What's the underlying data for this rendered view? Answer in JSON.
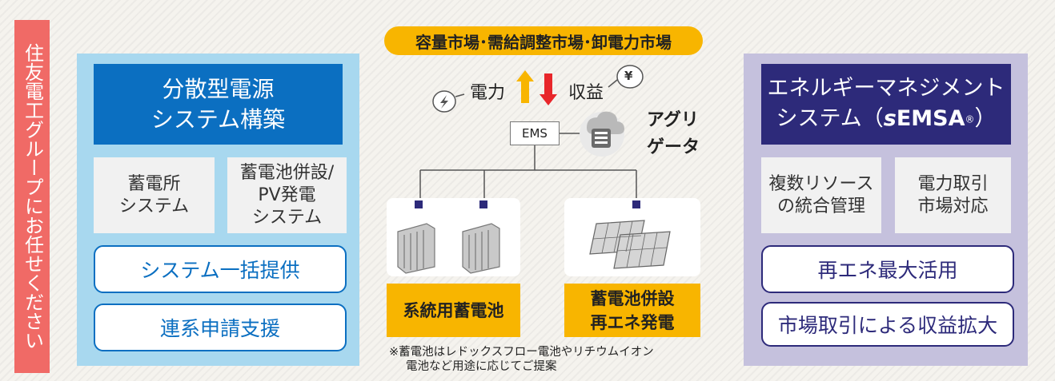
{
  "banner": "住友電工グループにお任せください",
  "left": {
    "title_line1": "分散型電源",
    "title_line2": "システム構築",
    "card1_line1": "蓄電所",
    "card1_line2": "システム",
    "card2_line1": "蓄電池併設/",
    "card2_line2": "PV発電",
    "card2_line3": "システム",
    "pill1": "システム一括提供",
    "pill2": "連系申請支援"
  },
  "center": {
    "market": "容量市場･需給調整市場･卸電力市場",
    "power": "電力",
    "revenue": "収益",
    "yen": "¥",
    "ems": "EMS",
    "aggregator_line1": "アグリ",
    "aggregator_line2": "ゲータ",
    "facility1_label": "系統用蓄電池",
    "facility2_line1": "蓄電池併設",
    "facility2_line2": "再エネ発電",
    "note_line1": "※蓄電池はレドックスフロー電池やリチウムイオン",
    "note_line2": "電池など用途に応じてご提案"
  },
  "right": {
    "title_line1": "エネルギーマネジメント",
    "title_line2_pre": "システム（",
    "title_s": "s",
    "title_emsa": "EMSA",
    "title_reg": "®",
    "title_line2_post": "）",
    "card1_line1": "複数リソース",
    "card1_line2": "の統合管理",
    "card2_line1": "電力取引",
    "card2_line2": "市場対応",
    "pill1": "再エネ最大活用",
    "pill2": "市場取引による収益拡大"
  },
  "colors": {
    "banner": "#f06a66",
    "left_panel": "#a8d8ef",
    "left_title": "#0b6fc1",
    "right_panel": "#c5c1dd",
    "right_title": "#2d2a7a",
    "market": "#f8b500",
    "arrow_up": "#f8b500",
    "arrow_down": "#e8262a",
    "connector": "#2d2a7a"
  }
}
